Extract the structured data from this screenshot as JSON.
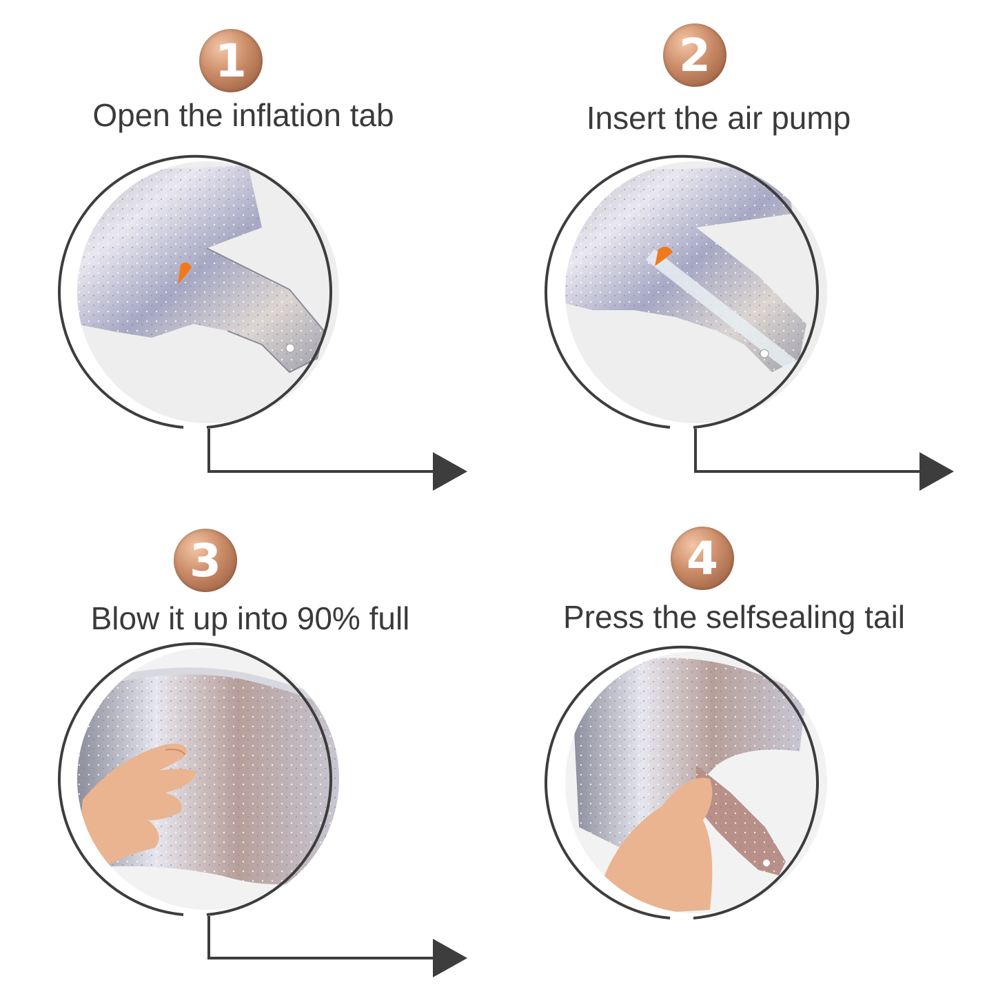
{
  "steps": [
    {
      "number": "1",
      "caption": "Open the inflation tab"
    },
    {
      "number": "2",
      "caption": "Insert the air pump"
    },
    {
      "number": "3",
      "caption": "Blow it up into 90% full"
    },
    {
      "number": "4",
      "caption": "Press the selfsealing tail"
    }
  ],
  "colors": {
    "badge": "#c98a66",
    "caption_text": "#3a3a3a",
    "ring": "#3d3d3d",
    "arrow": "#3d3d3d",
    "valve": "#f07a1a"
  }
}
